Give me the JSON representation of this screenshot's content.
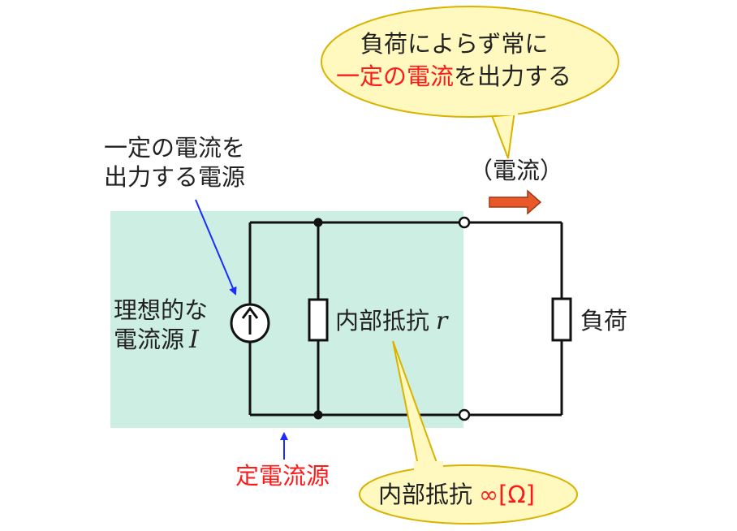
{
  "bubble_top": {
    "line1": "負荷によらず常に",
    "line2_red": "一定の電流",
    "line2_rest": "を出力する"
  },
  "annotation_source": {
    "line1": "一定の電流を",
    "line2": "出力する電源"
  },
  "current_label": "（電流）",
  "ideal_source_label": {
    "line1": "理想的な",
    "line2": "電流源",
    "symbol": "I"
  },
  "internal_resistance_label": {
    "text": "内部抵抗",
    "symbol": "r"
  },
  "load_label": "負荷",
  "constant_current_source_label": "定電流源",
  "bubble_bottom": {
    "text": "内部抵抗",
    "value_red": "∞[Ω]"
  },
  "colors": {
    "shaded_region": "#cdeee2",
    "bubble_fill": "#fff8bf",
    "bubble_stroke": "#d9b300",
    "arrow_fill": "#e8582a",
    "pointer_blue": "#1a2cff",
    "highlight_red": "#ff1a1a"
  }
}
